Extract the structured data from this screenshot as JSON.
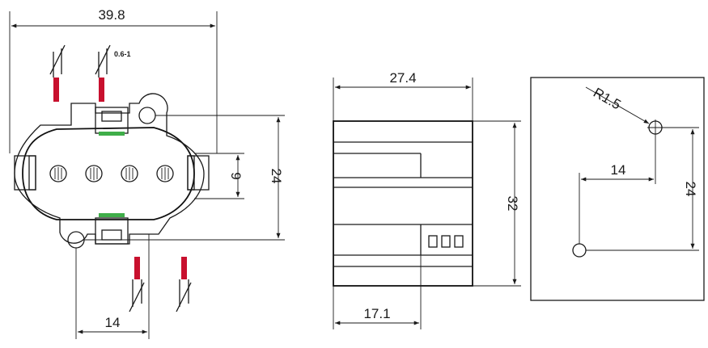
{
  "front_view": {
    "overall_width": "39.8",
    "wire_gauge": "0.6-1",
    "pin_pitch": "9",
    "mount_hole_height": "24",
    "mount_hole_offset": "14"
  },
  "side_view": {
    "depth": "27.4",
    "height": "32",
    "base_depth": "17.1"
  },
  "hole_pattern": {
    "hole_radius": "R1.5",
    "horizontal_spacing": "14",
    "vertical_spacing": "24"
  },
  "colors": {
    "wire": "#c8102e",
    "contact": "#3fae49",
    "line": "#1a1a1a"
  }
}
